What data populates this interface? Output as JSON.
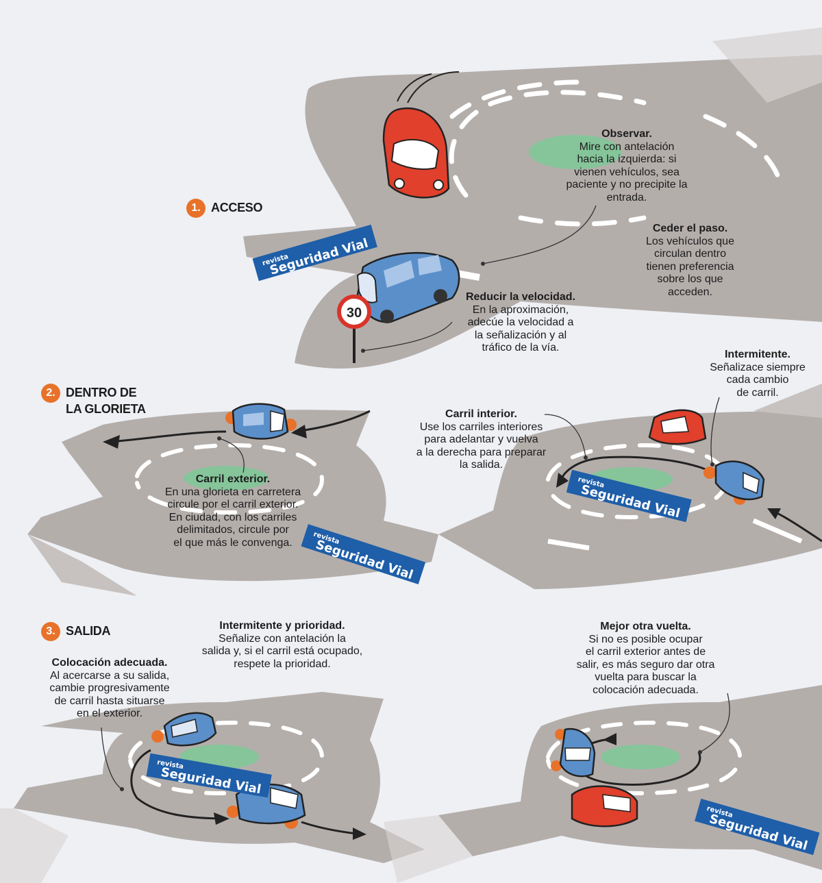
{
  "sections": [
    {
      "num": "1.",
      "label": "ACCESO"
    },
    {
      "num": "2.",
      "label": "DENTRO DE\nLA GLORIETA"
    },
    {
      "num": "3.",
      "label": "SALIDA"
    }
  ],
  "notes": {
    "observar": {
      "title": "Observar.",
      "body": "Mire con antelación\nhacia la izquierda: si\nvienen vehículos, sea\npaciente y no precipite la\nentrada."
    },
    "ceder": {
      "title": "Ceder el paso.",
      "body": "Los vehículos que\ncirculan dentro\ntienen preferencia\nsobre los que\nacceden."
    },
    "reducir": {
      "title": "Reducir la velocidad.",
      "body": "En la aproximación,\nadecúe la velocidad a\nla señalización y al\ntráfico de la vía."
    },
    "intermitente": {
      "title": "Intermitente.",
      "body": "Señalizace siempre\ncada cambio\nde carril."
    },
    "carril_interior": {
      "title": "Carril interior.",
      "body": "Use los carriles interiores\npara adelantar y vuelva\na la derecha para preparar\nla salida."
    },
    "carril_exterior": {
      "title": "Carril exterior.",
      "body": "En una glorieta en carretera\ncircule por el carril exterior.\nEn ciudad, con los carriles\ndelimitados, circule por\nel que más le convenga."
    },
    "intermitente_prioridad": {
      "title": "Intermitente y prioridad.",
      "body": "Señalize con antelación la\nsalida y, si el carril está ocupado,\nrespete la prioridad."
    },
    "colocacion": {
      "title": "Colocación adecuada.",
      "body": "Al acercarse a su salida,\ncambie progresivamente\nde carril hasta situarse\nen el exterior."
    },
    "mejor_vuelta": {
      "title": "Mejor otra vuelta.",
      "body": "Si no es posible ocupar\nel carril exterior antes de\nsalir, es más seguro dar otra\nvuelta para buscar la\ncolocación adecuada."
    }
  },
  "watermark": {
    "line1": "revista",
    "line2": "Seguridad Vial"
  },
  "speed_sign": "30",
  "colors": {
    "road": "#b4aeab",
    "island": "#86c49a",
    "car_red": "#e0402c",
    "car_blue": "#5b8fc9",
    "orange": "#e8722a",
    "watermark": "#1f5ea8"
  }
}
